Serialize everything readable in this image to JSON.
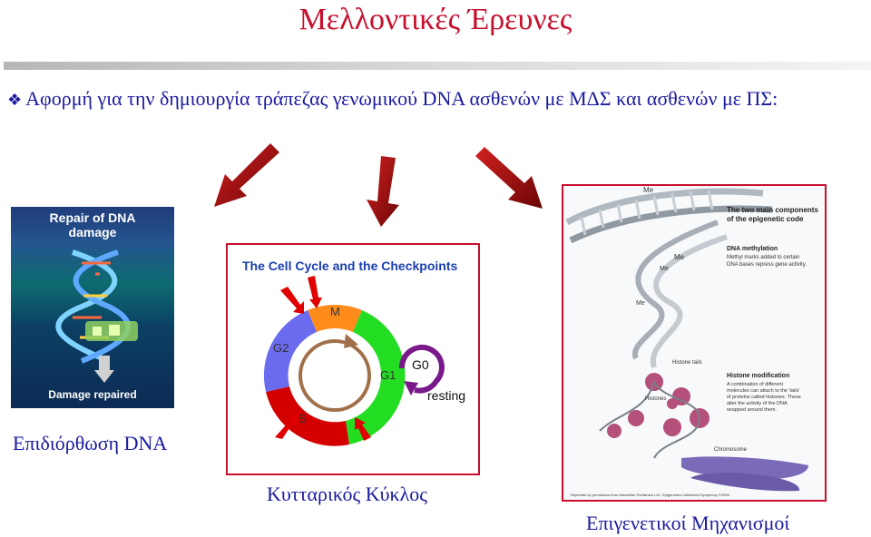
{
  "slide": {
    "title": "Μελλοντικές Έρευνες",
    "bullet_icon": "diamond-bullet-icon",
    "bullet_text": "Αφορμή για την δημιουργία τράπεζας γενωμικού DNA ασθενών με ΜΔΣ και ασθενών με ΠΣ:"
  },
  "left_panel": {
    "heading": "Repair of DNA damage",
    "footer": "Damage repaired",
    "caption": "Επιδιόρθωση DNA"
  },
  "middle_panel": {
    "title": "The Cell Cycle and the Checkpoints",
    "phases": {
      "m": "M",
      "g2": "G2",
      "g1": "G1",
      "s": "S",
      "g0": "G0",
      "resting": "resting"
    },
    "caption": "Κυτταρικός Κύκλος"
  },
  "right_panel": {
    "heading1": "The two main components",
    "heading2": "of the epigenetic code",
    "methyl_title": "DNA methylation",
    "methyl_text1": "Methyl marks added to certain",
    "methyl_text2": "DNA bases repress gene activity.",
    "me_label": "Me",
    "histone_tails": "Histone tails",
    "histones": "Histones",
    "histone_mod_title": "Histone modification",
    "histone_mod_text1": "A combination of different",
    "histone_mod_text2": "molecules can attach to the 'tails'",
    "histone_mod_text3": "of proteins called histones. These",
    "histone_mod_text4": "alter the activity of the DNA",
    "histone_mod_text5": "wrapped around them.",
    "chromosome": "Chromosome",
    "credit": "Reprinted by permission from Macmillan Publishers Ltd.: Epigenetics Unfinished Symphony ©2006",
    "caption": "Επιγενετικοί Μηχανισμοί"
  },
  "colors": {
    "title_red": "#c8102e",
    "text_blue": "#1a1aa0",
    "arrow_red": "#9b0d0d",
    "phase_orange": "#ff8c1a",
    "phase_green": "#22dd22",
    "phase_red": "#d40000",
    "phase_blue": "#6b6bf0",
    "g0_purple": "#7a1a8a"
  }
}
